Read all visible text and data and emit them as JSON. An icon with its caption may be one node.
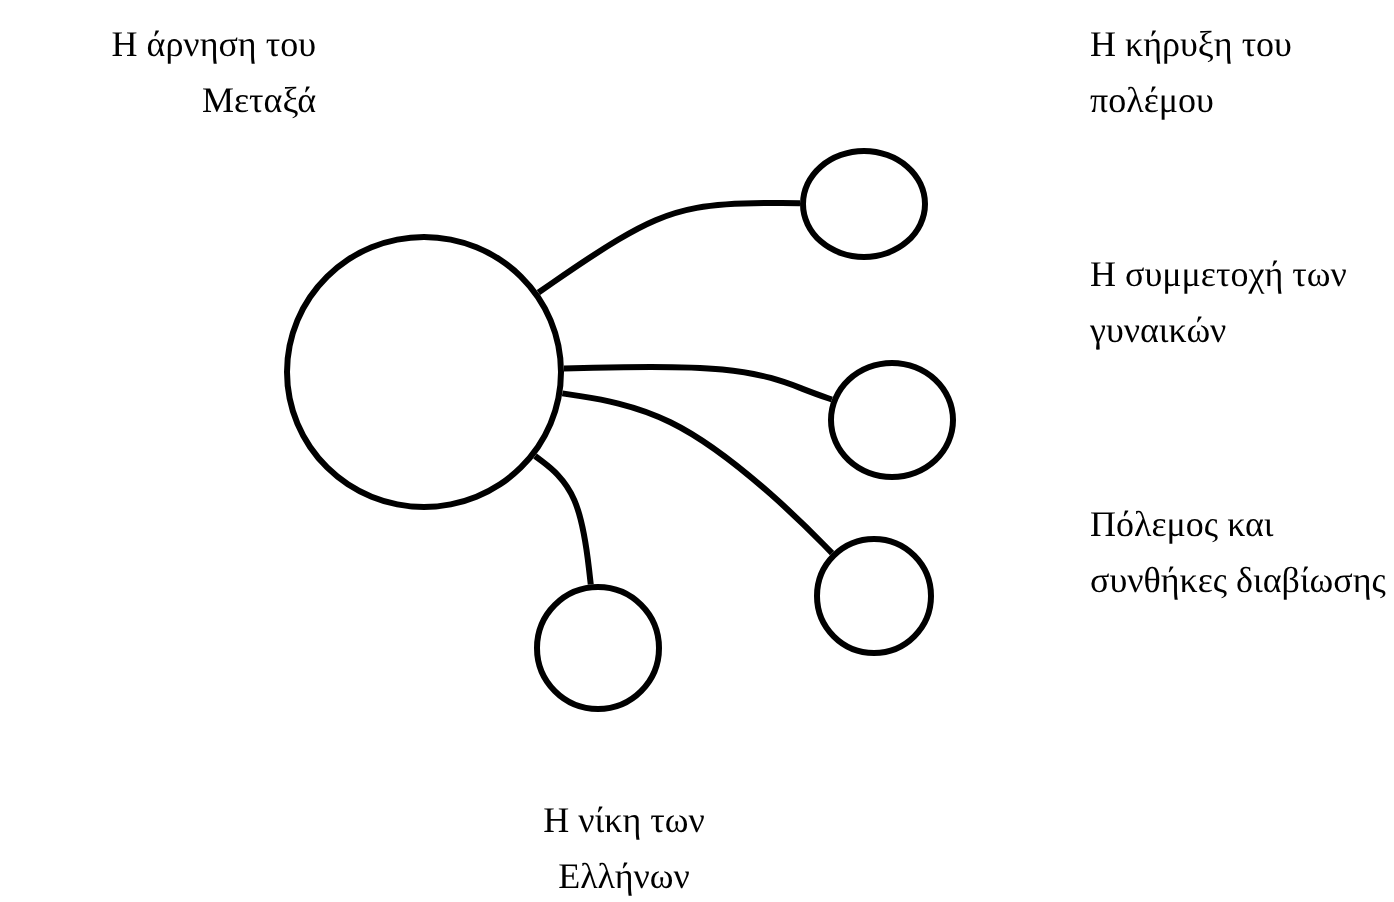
{
  "diagram": {
    "nodes": [
      {
        "text": [],
        "shape": "circle"
      },
      {
        "text": [],
        "shape": "circle"
      },
      {
        "text": [],
        "shape": "circle"
      },
      {
        "text": [],
        "shape": "circle"
      },
      {
        "text": [],
        "shape": "circle"
      }
    ],
    "edges": [
      {
        "from": 0,
        "to": 1,
        "arrow": "none"
      },
      {
        "from": 0,
        "to": 2,
        "arrow": "none"
      },
      {
        "from": 0,
        "to": 3,
        "arrow": "none"
      },
      {
        "from": 0,
        "to": 4,
        "arrow": "none"
      }
    ],
    "labels": [
      "Η άρνηση του Μεταξά",
      "Η κήρυξη του πολέμου",
      "Η συμμετοχή των γυναικών",
      "Πόλεμος και συνθήκες διαβίωσης",
      "Η νίκη των Ελλήνων"
    ]
  }
}
